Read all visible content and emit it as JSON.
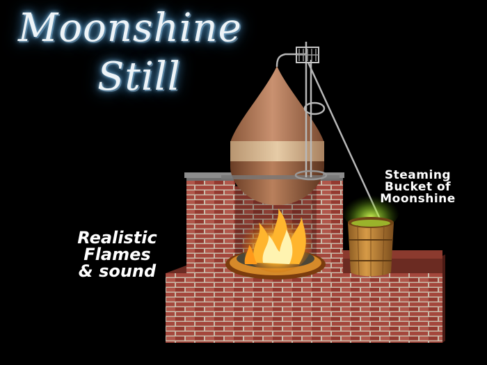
{
  "title": {
    "line1": "Moonshine",
    "line2": "Still"
  },
  "captions": {
    "flames": [
      "Realistic",
      "Flames",
      "& sound"
    ],
    "bucket": [
      "Steaming",
      "Bucket of",
      "Moonshine"
    ]
  },
  "colors": {
    "background": "#000000",
    "brick": "#a0443a",
    "mortar": "#c9b9a8",
    "copper_pot": "#b57a55",
    "bucket_wood": "#c98a3a",
    "steam_glow": "#b8ff3a",
    "fire": "#ffb52e",
    "title_glow": "#4f8fbf"
  }
}
